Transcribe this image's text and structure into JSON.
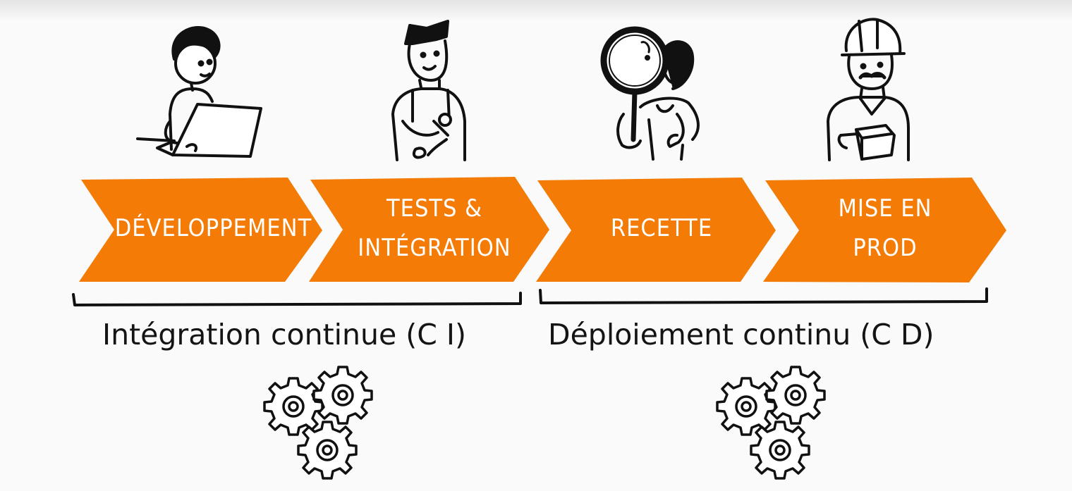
{
  "stages": [
    {
      "label": "Développement",
      "figure": "developer-with-laptop"
    },
    {
      "label": "Tests &\nintégration",
      "figure": "mechanic-with-wrench"
    },
    {
      "label": "Recette",
      "figure": "inspector-with-magnifying-glass"
    },
    {
      "label": "Mise en\nprod",
      "figure": "worker-with-hard-hat-and-box"
    }
  ],
  "groups": [
    {
      "label": "Intégration continue (C I)"
    },
    {
      "label": "Déploiement continu (C D)"
    }
  ],
  "colors": {
    "arrow": "#f37b06",
    "text": "#141414",
    "ink": "#111111",
    "background": "#fafafa"
  },
  "icons": [
    "gears-icon"
  ]
}
